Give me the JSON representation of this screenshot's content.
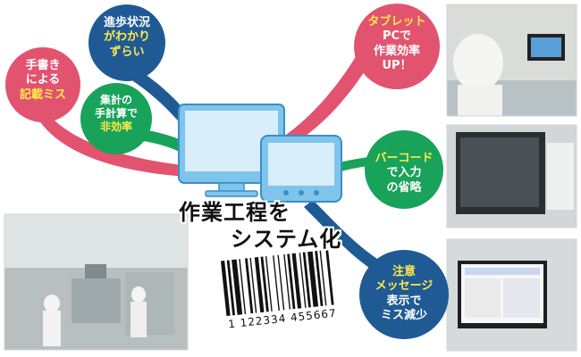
{
  "colors": {
    "pink": "#e2536f",
    "navy": "#1f5a95",
    "green": "#19a25a",
    "highlight": "#ffe94a"
  },
  "bubbles": {
    "progress": {
      "lines": [
        "進歩状況",
        "がわかり",
        "ずらい"
      ]
    },
    "handwriting": {
      "lines": [
        "手書き",
        "による",
        "記載ミス"
      ]
    },
    "calc": {
      "lines": [
        "集計の",
        "手計算で",
        "非効率"
      ]
    },
    "tablet": {
      "lines": [
        "タブレット",
        "PCで",
        "作業効率",
        "UP！"
      ]
    },
    "barcode": {
      "lines": [
        "バーコード",
        "で入力",
        "の省略"
      ]
    },
    "alert": {
      "lines": [
        "注意",
        "メッセージ",
        "表示で",
        "ミス減少"
      ]
    }
  },
  "headline": {
    "line1": "作業工程を",
    "line2": "システム化"
  },
  "barcode_number": "1 122334 455667",
  "icons": [
    "monitor-icon",
    "tablet-icon",
    "barcode-icon"
  ]
}
